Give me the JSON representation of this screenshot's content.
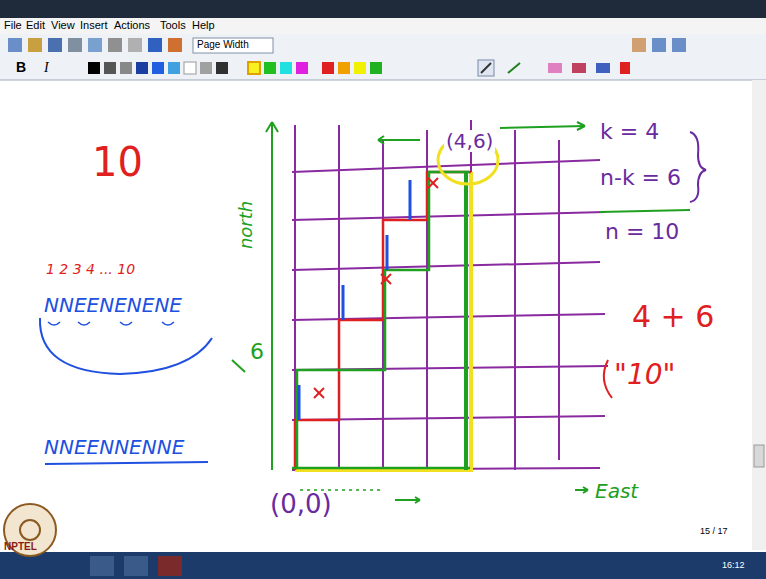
{
  "diagram": {
    "labels": [
      "File",
      "Edit",
      "View",
      "Insert",
      "Actions",
      "Tools",
      "Help",
      "Page Width",
      "B",
      "I",
      "10",
      "1 2 3 4 ... 10",
      "NNEENENENE",
      "NNEENNENNE",
      "north",
      "6",
      "(0,0)",
      "East",
      "(4,6)",
      "k = 4",
      "n-k = 6",
      "n = 10",
      "4 + 6",
      "\"10\"",
      "15 / 17",
      "16:12",
      "NPTEL"
    ]
  }
}
